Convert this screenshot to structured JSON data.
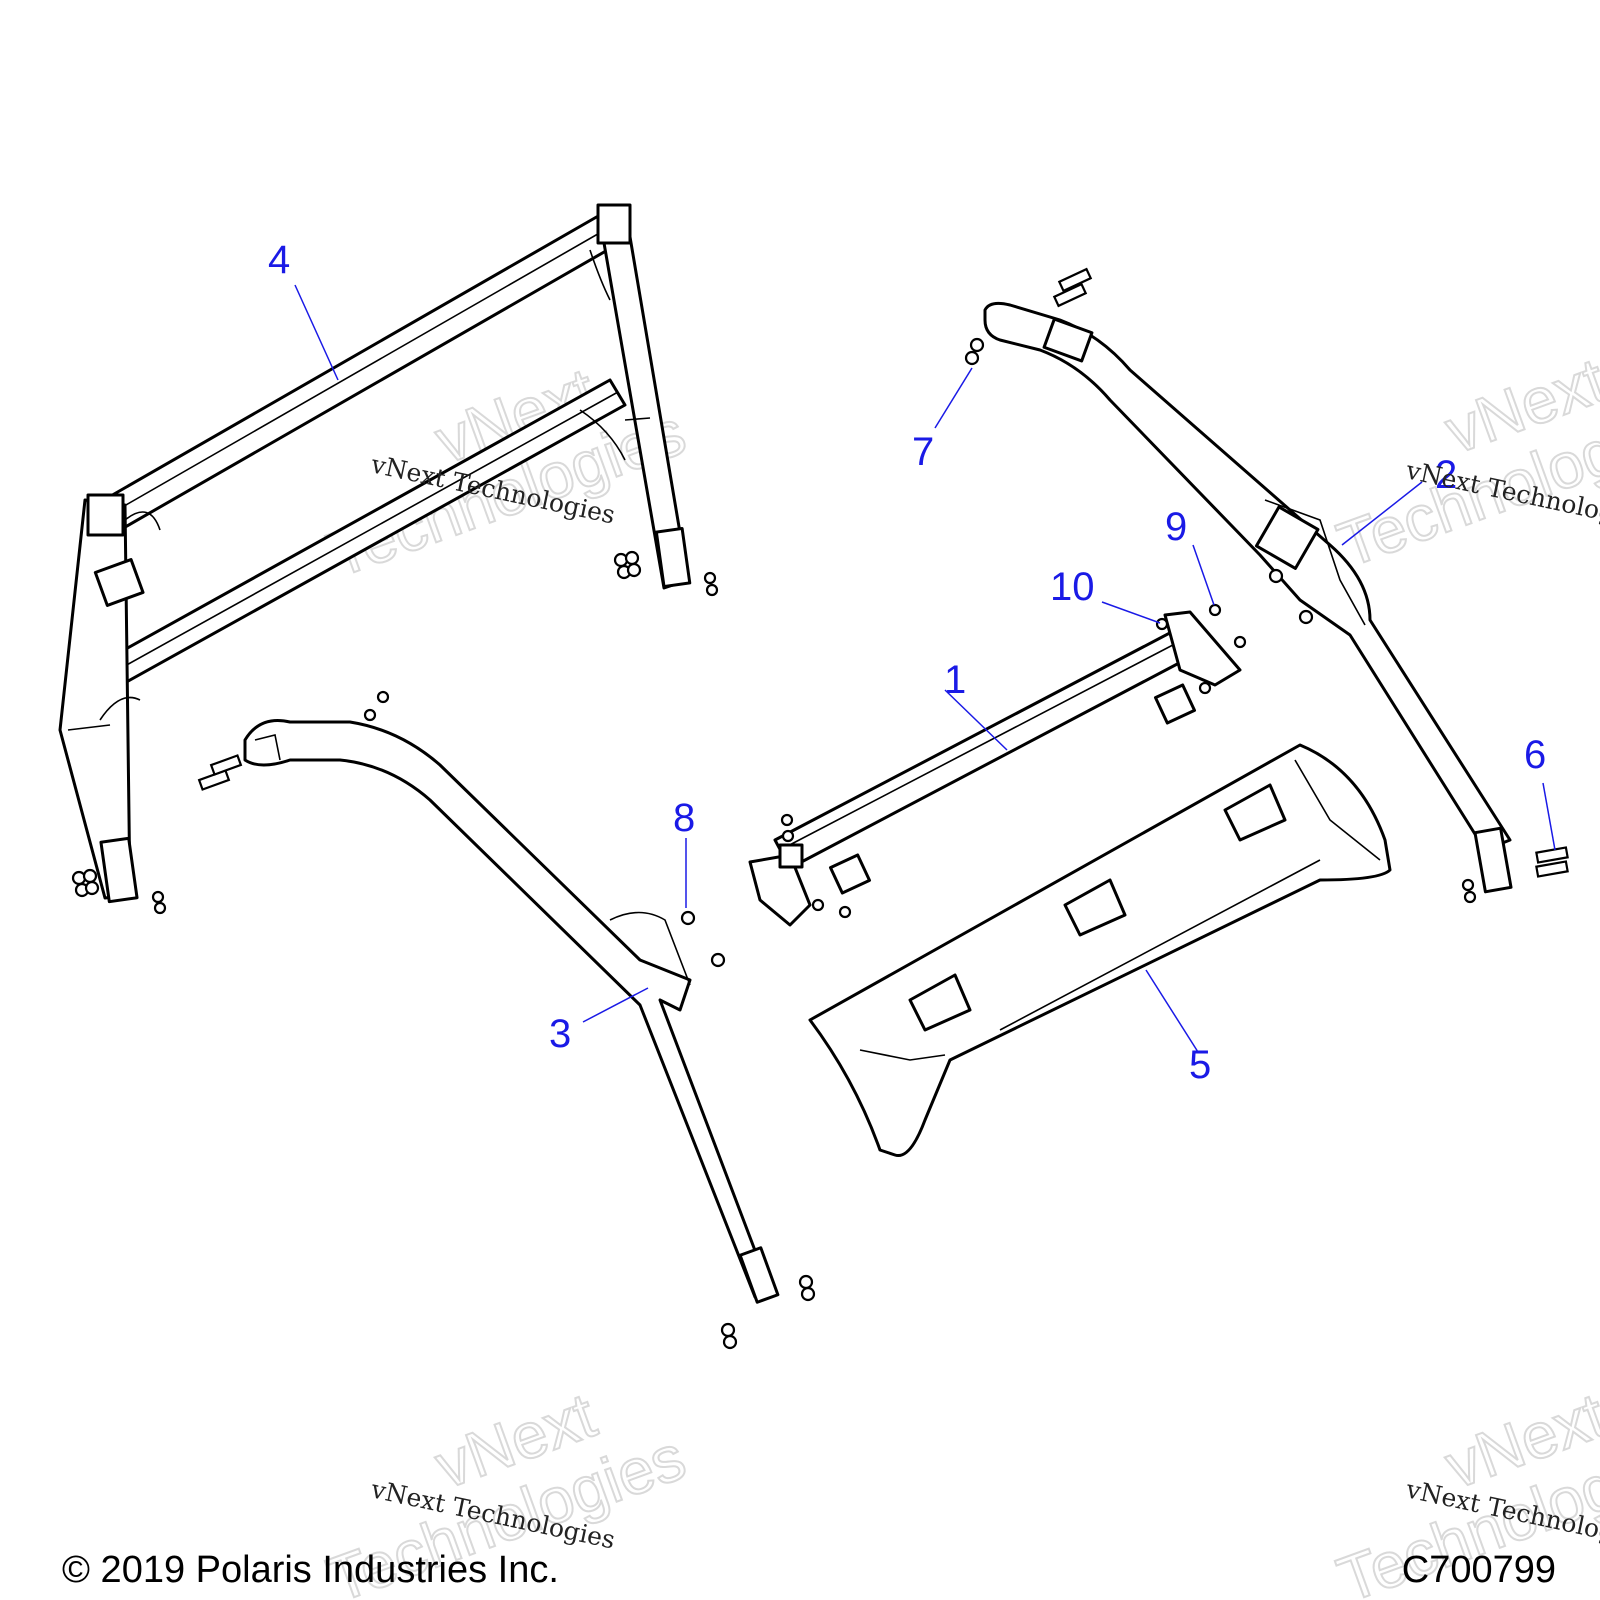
{
  "callouts": [
    {
      "id": "1",
      "label": "1"
    },
    {
      "id": "2",
      "label": "2"
    },
    {
      "id": "3",
      "label": "3"
    },
    {
      "id": "4",
      "label": "4"
    },
    {
      "id": "5",
      "label": "5"
    },
    {
      "id": "6",
      "label": "6"
    },
    {
      "id": "7",
      "label": "7"
    },
    {
      "id": "8",
      "label": "8"
    },
    {
      "id": "9",
      "label": "9"
    },
    {
      "id": "10",
      "label": "10"
    }
  ],
  "watermark": {
    "small_text": "vNext Technologies",
    "big_line1": "vNext",
    "big_line2": "Technologies"
  },
  "footer": {
    "copyright": "© 2019 Polaris Industries Inc.",
    "drawing_id": "C700799"
  },
  "colors": {
    "callout": "#1a1ae6",
    "line_art": "#000000",
    "watermark_outline": "#d9d9d9"
  }
}
